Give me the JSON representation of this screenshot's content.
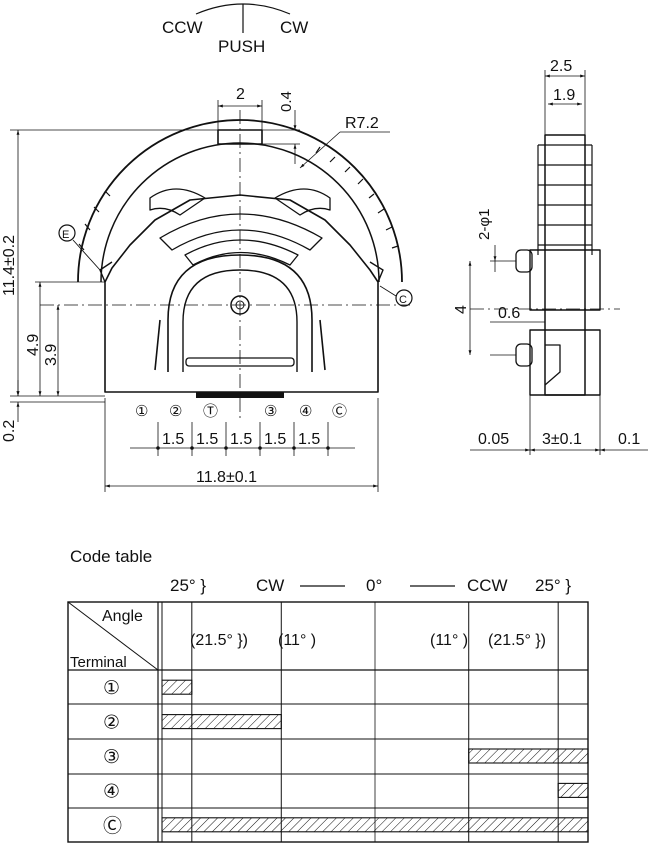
{
  "direction": {
    "ccw": "CCW",
    "cw": "CW",
    "push": "PUSH"
  },
  "front": {
    "dim_top_width": "2",
    "dim_top_gap": "0.4",
    "dim_radius": "R7.2",
    "dim_total_height": "11.4±0.2",
    "dim_h49": "4.9",
    "dim_h39": "3.9",
    "dim_h02": "0.2",
    "marker_e": "E",
    "marker_c": "C",
    "pins": [
      "①",
      "②",
      "Ⓣ",
      "③",
      "④",
      "Ⓒ"
    ],
    "pitches": [
      "1.5",
      "1.5",
      "1.5",
      "1.5",
      "1.5"
    ],
    "dim_width": "11.8±0.1"
  },
  "side": {
    "dim_25": "2.5",
    "dim_19": "1.9",
    "dim_hole": "2-φ1",
    "dim_4": "4",
    "dim_06": "0.6",
    "dim_005": "0.05",
    "dim_3": "3±0.1",
    "dim_01": "0.1"
  },
  "code_table": {
    "title": "Code table",
    "top_25_left": "25°  }",
    "top_cw": "CW",
    "top_0": "0°",
    "top_ccw": "CCW",
    "top_25_right": "25°  }",
    "angle_label": "Angle",
    "terminal_label": "Terminal",
    "sub_215_left": "(21.5° })",
    "sub_11_left": "(11° )",
    "sub_11_right": "(11° )",
    "sub_215_right": "(21.5° })",
    "rows": [
      {
        "terminal": "①",
        "on": [
          [
            25,
            21.5
          ]
        ]
      },
      {
        "terminal": "②",
        "on": [
          [
            25,
            11
          ]
        ]
      },
      {
        "terminal": "③",
        "on": [
          [
            -11,
            -25
          ]
        ]
      },
      {
        "terminal": "④",
        "on": [
          [
            -21.5,
            -25
          ]
        ]
      },
      {
        "terminal": "Ⓒ",
        "on": [
          [
            25,
            -25
          ]
        ]
      }
    ]
  }
}
